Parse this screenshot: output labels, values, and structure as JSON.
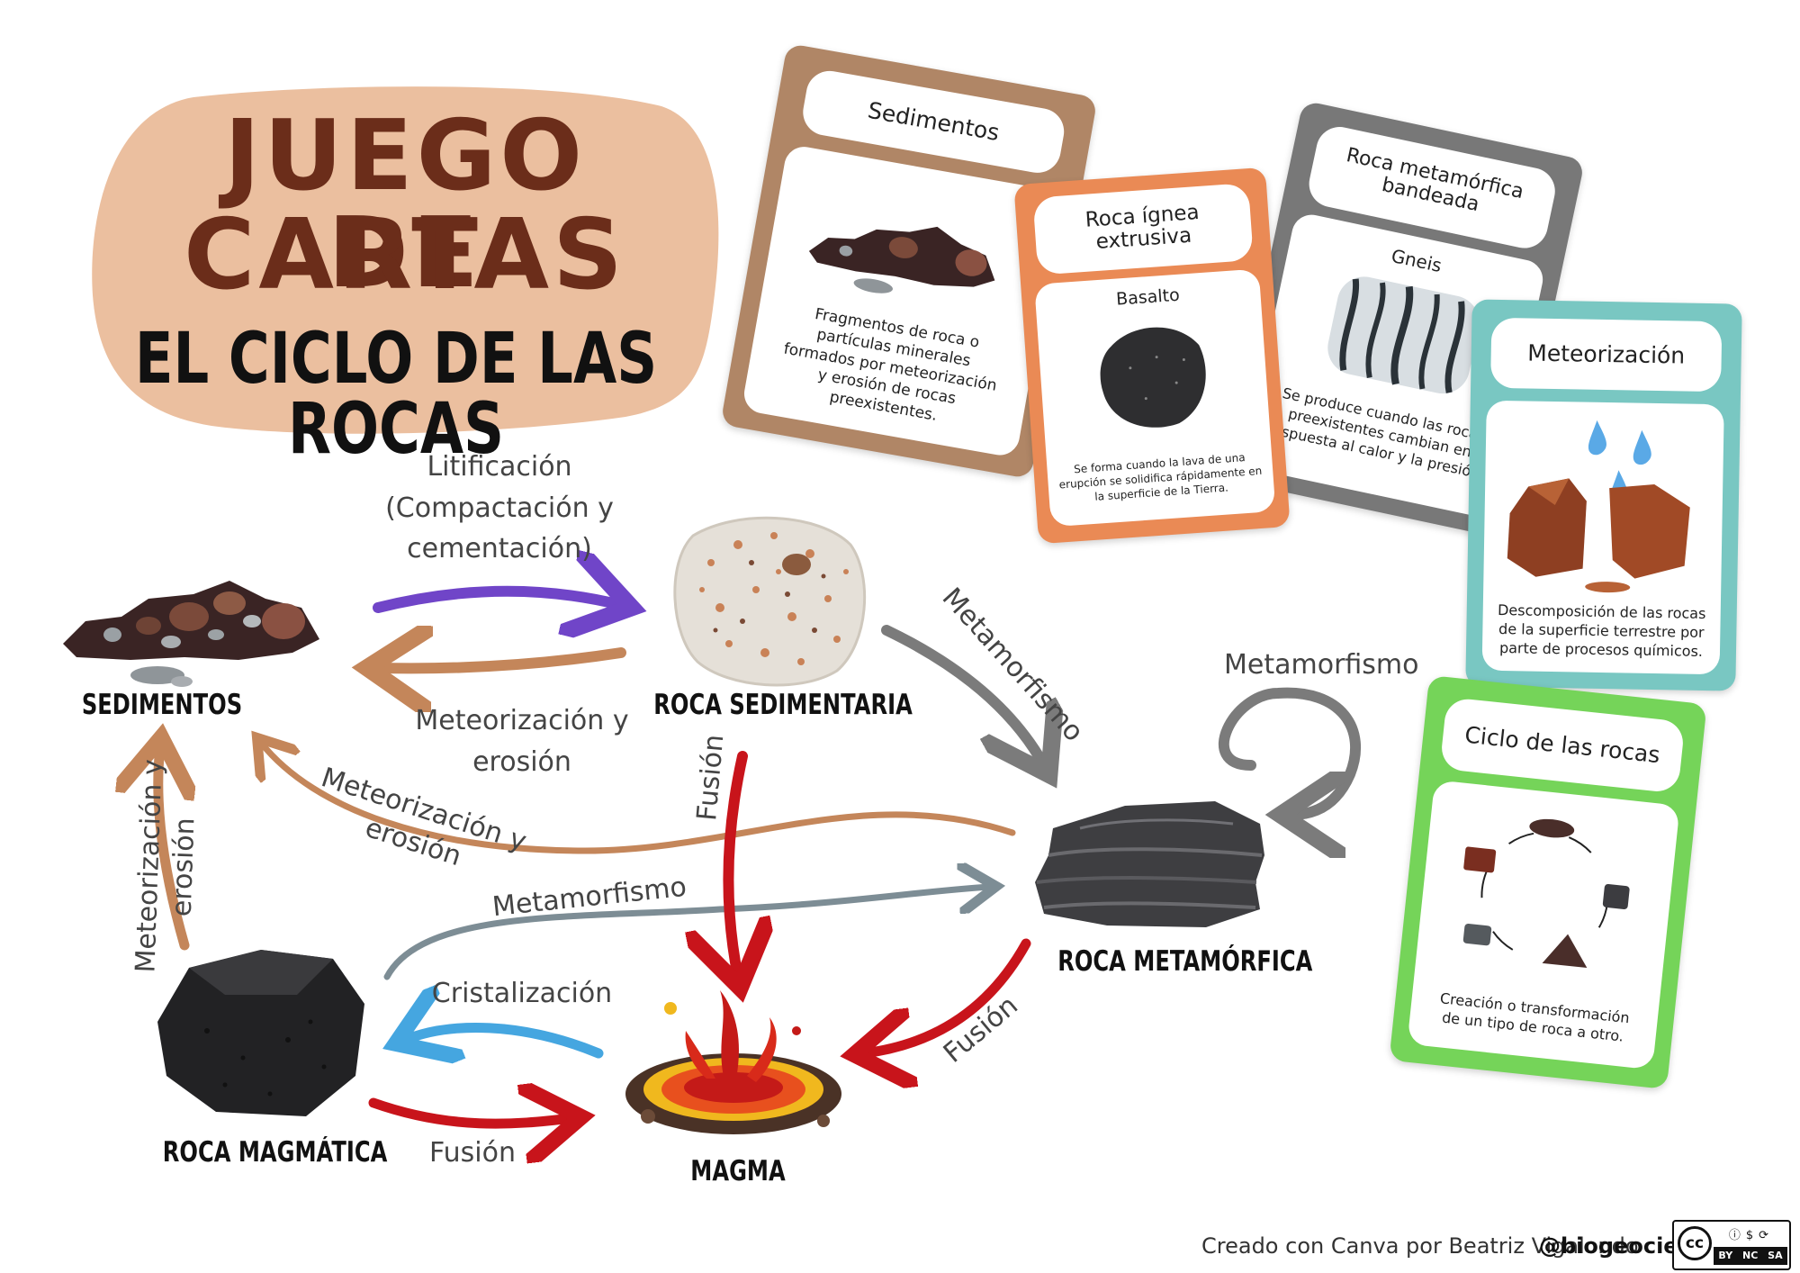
{
  "title": {
    "line1": "JUEGO DE",
    "line2": "CARTAS",
    "subtitle": "EL CICLO DE LAS ROCAS"
  },
  "colors": {
    "title_blob": "#ebbf9f",
    "title_text": "#6b2d1a",
    "purple_arrow": "#7045c8",
    "brown_arrow": "#c4865a",
    "gray_arrow": "#7b7b7b",
    "red_arrow": "#c8141b",
    "blue_arrow": "#45a6e0",
    "slate_arrow": "#7d8d95"
  },
  "nodes": {
    "sedimentos": "SEDIMENTOS",
    "roca_sedimentaria": "ROCA SEDIMENTARIA",
    "roca_metamorfica": "ROCA METAMÓRFICA",
    "roca_magmatica": "ROCA MAGMÁTICA",
    "magma": "MAGMA"
  },
  "processes": {
    "litificacion_1": "Litificación",
    "litificacion_2": "(Compactación y",
    "litificacion_3": "cementación)",
    "meteo_top_1": "Meteorización y",
    "meteo_top_2": "erosión",
    "metamorfismo_diag": "Metamorfismo",
    "metamorfismo_loop": "Metamorfismo",
    "fusion_center": "Fusión",
    "meteo_long_1": "Meteorización y",
    "meteo_long_2": "erosión",
    "meteo_left_1": "Meteorización y",
    "meteo_left_2": "erosión",
    "metamorfismo_low": "Metamorfismo",
    "cristalizacion": "Cristalización",
    "fusion_bottom": "Fusión",
    "fusion_right": "Fusión"
  },
  "cards": {
    "sedimentos": {
      "title": "Sedimentos",
      "desc": [
        "Fragmentos de roca o",
        "partículas minerales",
        "formados por meteorización",
        "y erosión de rocas",
        "preexistentes."
      ],
      "color": "#b08666"
    },
    "ignea": {
      "title1": "Roca ígnea",
      "title2": "extrusiva",
      "sub": "Basalto",
      "desc": [
        "Se forma cuando la lava de una",
        "erupción se solidifica rápidamente en",
        "la superficie de la Tierra."
      ],
      "color": "#ea8a55"
    },
    "metamorfica": {
      "title1": "Roca metamórfica",
      "title2": "bandeada",
      "sub": "Gneis",
      "desc": [
        "Se produce cuando las rocas",
        "preexistentes cambian en",
        "respuesta al calor y la presión."
      ],
      "color": "#787878"
    },
    "meteorizacion": {
      "title": "Meteorización",
      "desc": [
        "Descomposición de las rocas",
        "de la superficie terrestre por",
        "parte de procesos químicos."
      ],
      "color": "#79c7c2"
    },
    "ciclo": {
      "title": "Ciclo de las rocas",
      "desc": [
        "Creación o transformación",
        "de un tipo de roca a otro."
      ],
      "color": "#75d459"
    }
  },
  "footer": {
    "credit": "Creado con Canva por Beatriz Vigalondo",
    "handle": "@biogeociencia",
    "license": [
      "BY",
      "NC",
      "SA"
    ],
    "cc": "cc"
  },
  "icons": [
    "sediment-pile-icon",
    "sedimentary-rock-icon",
    "metamorphic-rock-icon",
    "magmatic-rock-icon",
    "magma-splash-icon",
    "water-drop-icon",
    "cc-license-icon"
  ]
}
